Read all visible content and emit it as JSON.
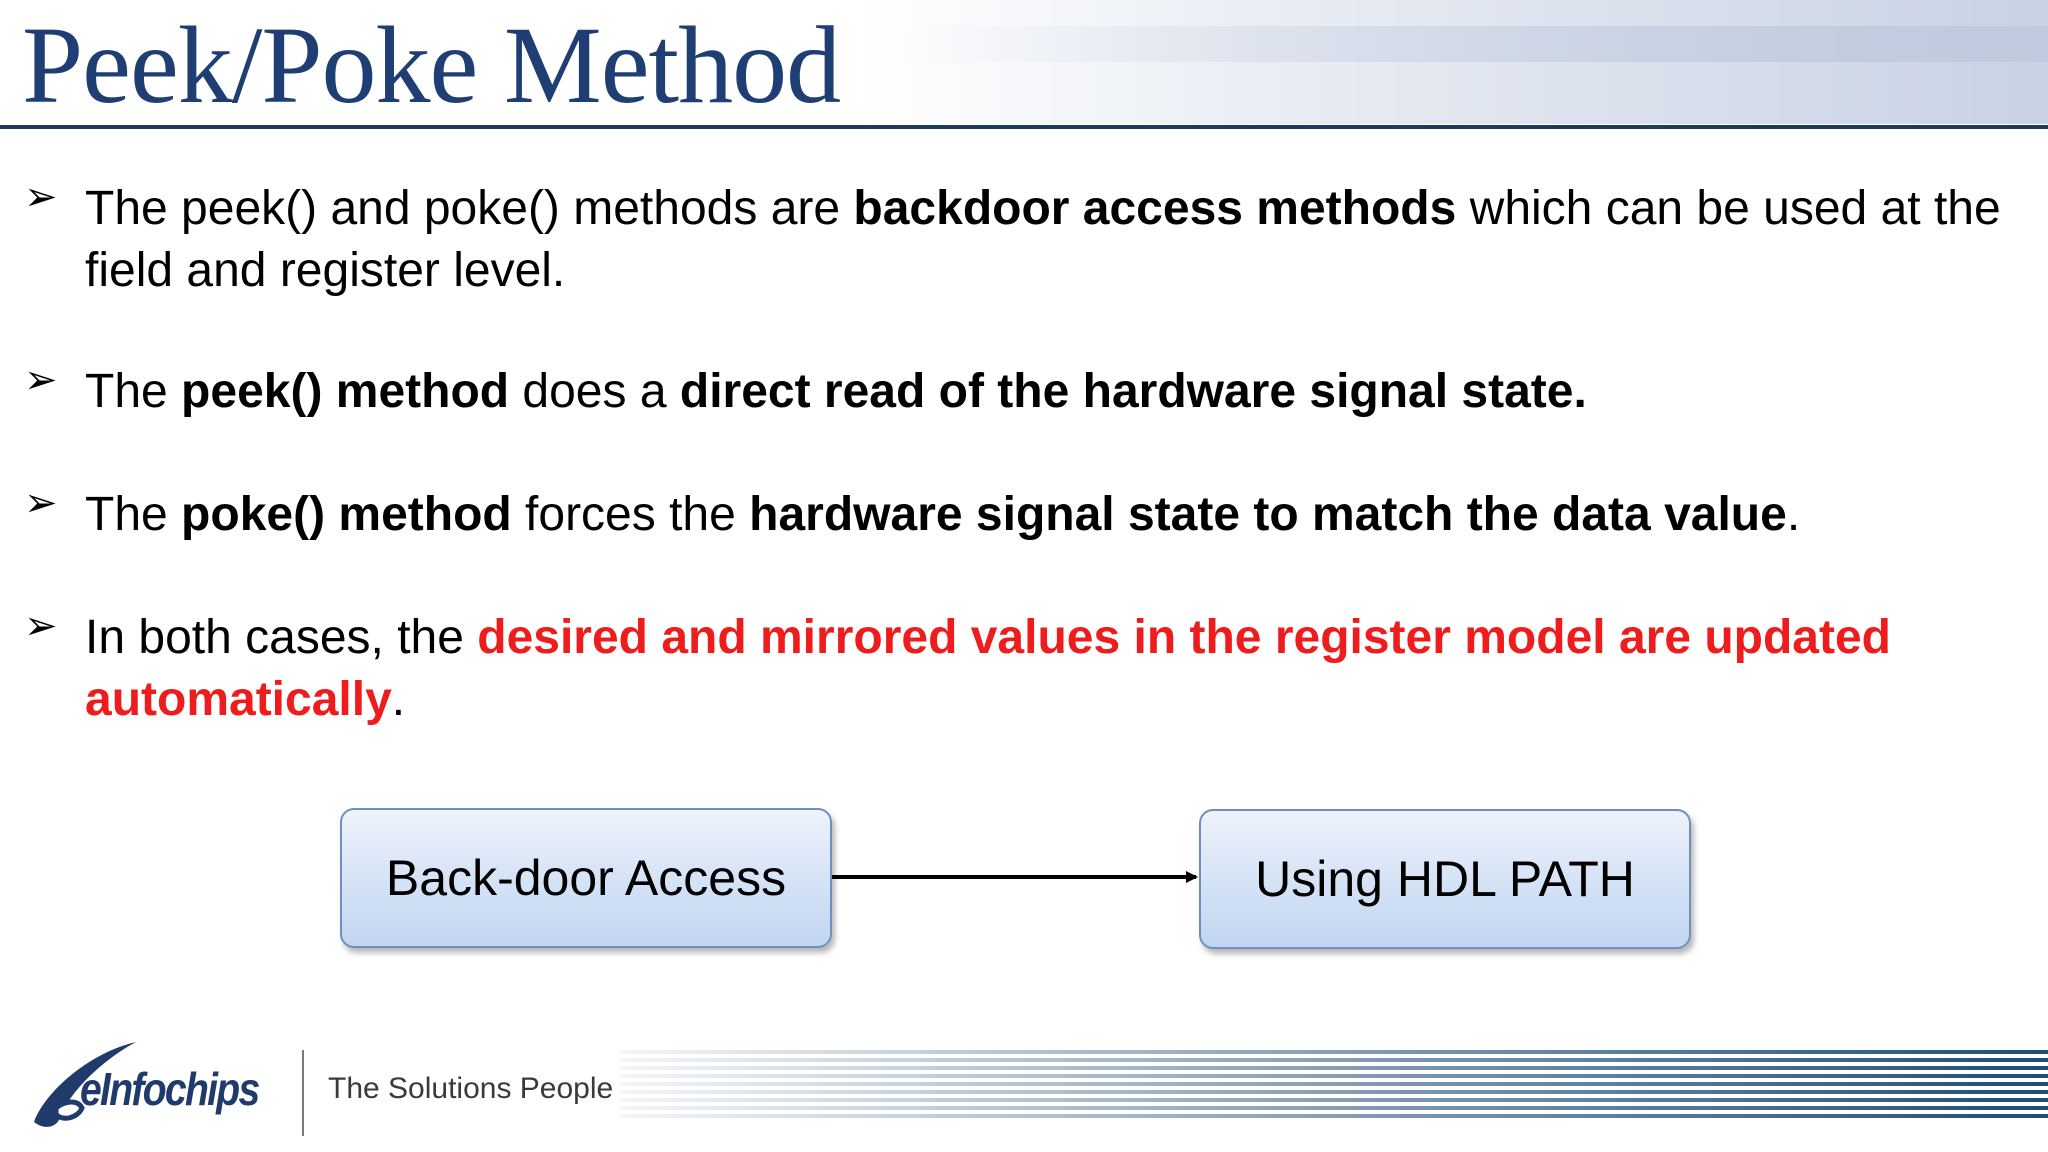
{
  "slide": {
    "title": "Peek/Poke Method"
  },
  "bullets": [
    {
      "marker": "➢",
      "parts": [
        {
          "text": "The peek() and poke() methods are ",
          "style": "normal"
        },
        {
          "text": "backdoor access methods",
          "style": "bold"
        },
        {
          "text": " which can be used at the field and register level.",
          "style": "normal"
        }
      ]
    },
    {
      "marker": "➢",
      "parts": [
        {
          "text": "The ",
          "style": "normal"
        },
        {
          "text": "peek() method",
          "style": "bold"
        },
        {
          "text": " does a ",
          "style": "normal"
        },
        {
          "text": "direct read of the hardware signal state.",
          "style": "bold"
        }
      ]
    },
    {
      "marker": "➢",
      "parts": [
        {
          "text": "The ",
          "style": "normal"
        },
        {
          "text": "poke() method",
          "style": "bold"
        },
        {
          "text": " forces the ",
          "style": "normal"
        },
        {
          "text": "hardware signal state to match the data value",
          "style": "bold"
        },
        {
          "text": ".",
          "style": "normal"
        }
      ]
    },
    {
      "marker": "➢",
      "parts": [
        {
          "text": "In both cases, the ",
          "style": "normal"
        },
        {
          "text": "desired and mirrored values in the register model are updated automatically",
          "style": "red"
        },
        {
          "text": ".",
          "style": "normal"
        }
      ]
    }
  ],
  "diagram": {
    "source_label": "Back-door Access",
    "target_label": "Using HDL PATH"
  },
  "footer": {
    "logo_text": "eInfochips",
    "tagline": "The Solutions People"
  },
  "colors": {
    "title": "#1f3f74",
    "emphasis_red": "#ee1c1c",
    "rule": "#1f3a5f",
    "box_border": "#6f8fbf"
  }
}
